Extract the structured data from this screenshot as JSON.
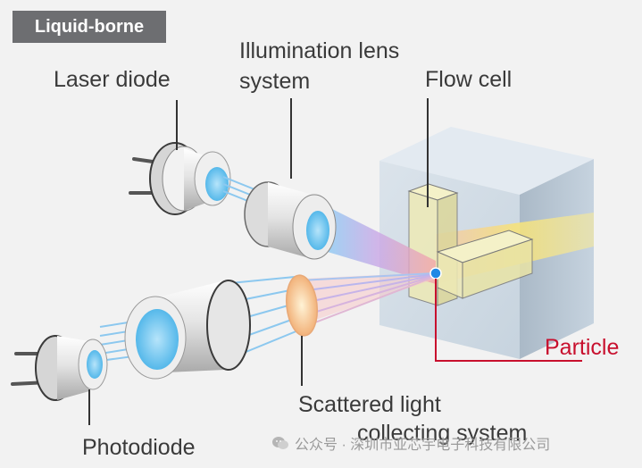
{
  "badge": "Liquid-borne",
  "labels": {
    "laser_diode": "Laser diode",
    "illumination_line1": "Illumination lens",
    "illumination_line2": "system",
    "flow_cell": "Flow cell",
    "particle": "Particle",
    "scattered_line1": "Scattered light",
    "scattered_line2": "collecting system",
    "photodiode": "Photodiode"
  },
  "watermark": "公众号 · 深圳市亚芯宇电子科技有限公司",
  "colors": {
    "badge_bg": "#6d6e71",
    "label_text": "#3a3a3a",
    "particle_label": "#c8102e",
    "lens_blue": "#6ec6f0",
    "particle_blue": "#1e88e5"
  }
}
